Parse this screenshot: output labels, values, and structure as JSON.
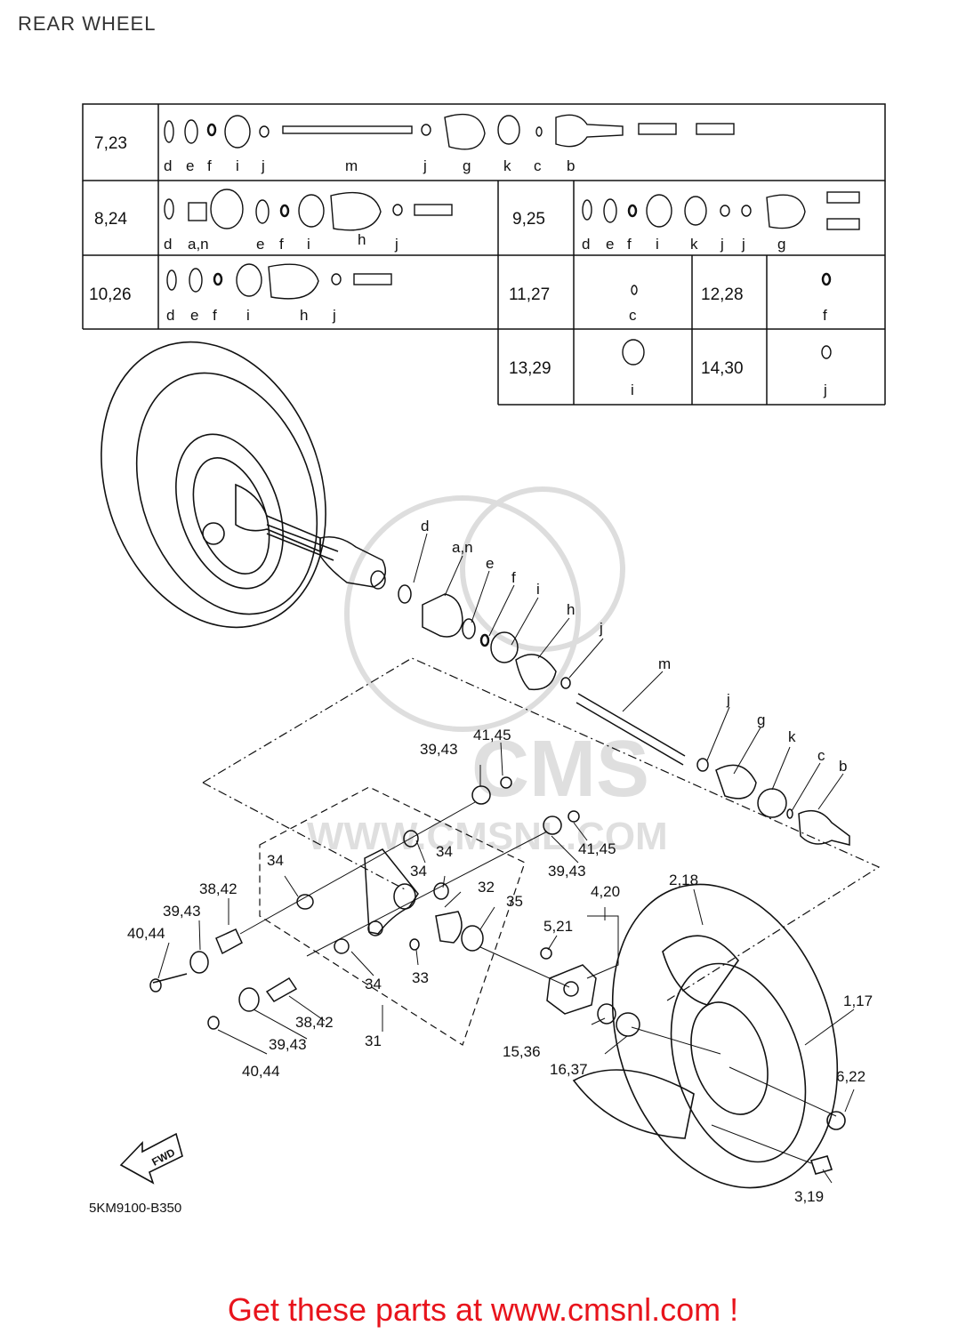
{
  "title": "REAR WHEEL",
  "diagram_code": "5KM9100-B350",
  "footer": "Get these parts at www.cmsnl.com !",
  "fwd_label": "FWD",
  "watermark": {
    "brand": "CMS",
    "url": "WWW.CMSNL.COM"
  },
  "table": {
    "rows": [
      {
        "number": "7,23",
        "letters": [
          "d",
          "e",
          "f",
          "i",
          "j",
          "m",
          "j",
          "g",
          "k",
          "c",
          "b"
        ]
      },
      {
        "number": "8,24",
        "letters": [
          "d",
          "a,n",
          "e",
          "f",
          "i",
          "h",
          "j"
        ]
      },
      {
        "number": "9,25",
        "letters": [
          "d",
          "e",
          "f",
          "i",
          "k",
          "j",
          "j",
          "g"
        ]
      },
      {
        "number": "10,26",
        "letters": [
          "d",
          "e",
          "f",
          "i",
          "h",
          "j"
        ]
      },
      {
        "number": "11,27",
        "letters": [
          "c"
        ]
      },
      {
        "number": "12,28",
        "letters": [
          "f"
        ]
      },
      {
        "number": "13,29",
        "letters": [
          "i"
        ]
      },
      {
        "number": "14,30",
        "letters": [
          "j"
        ]
      }
    ]
  },
  "callouts": [
    "d",
    "a,n",
    "e",
    "f",
    "i",
    "h",
    "j",
    "m",
    "j",
    "g",
    "k",
    "c",
    "b",
    "41,45",
    "39,43",
    "41,45",
    "39,43",
    "34",
    "34",
    "34",
    "38,42",
    "39,43",
    "40,44",
    "32",
    "35",
    "4,20",
    "2,18",
    "5,21",
    "33",
    "34",
    "38,42",
    "39,43",
    "40,44",
    "31",
    "15,36",
    "16,37",
    "1,17",
    "6,22",
    "3,19"
  ]
}
